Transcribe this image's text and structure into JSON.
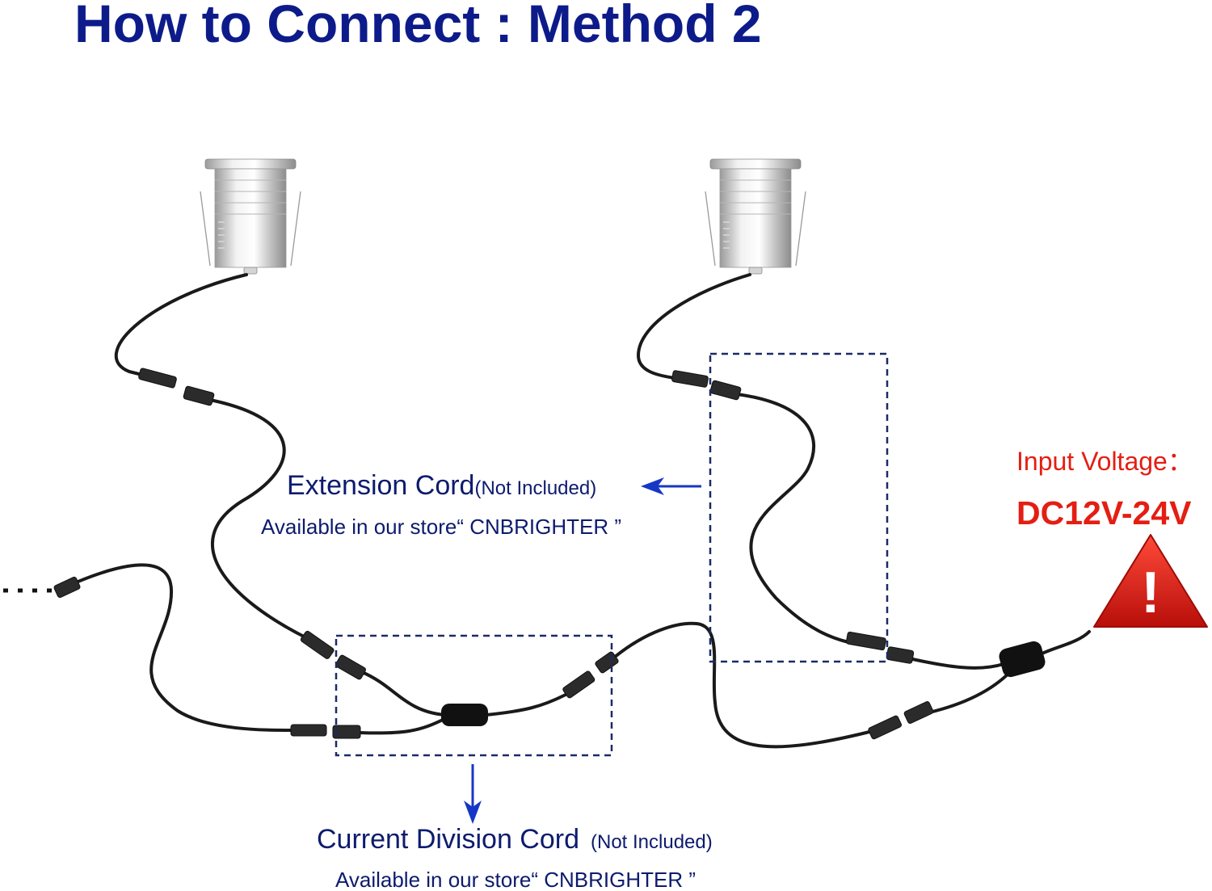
{
  "title": "How to Connect : Method 2",
  "extension_cord": {
    "label": "Extension Cord",
    "note": "(Not Included)",
    "availability": "Available in our store“ CNBRIGHTER ”"
  },
  "division_cord": {
    "label": "Current Division Cord",
    "note": "(Not Included)",
    "availability": "Available in our store“ CNBRIGHTER ”"
  },
  "input_voltage": {
    "label": "Input Voltage：",
    "value": "DC12V-24V",
    "warning_symbol": "!"
  },
  "icons": [
    "led-light-fixture",
    "warning-triangle-icon",
    "connector",
    "splitter-box"
  ],
  "colors": {
    "title": "#0d1b8a",
    "label": "#0d1b6e",
    "warning": "#e41e13",
    "cable": "#1a1a1a",
    "dash_box": "#1c2a66",
    "arrow": "#1637c6"
  }
}
